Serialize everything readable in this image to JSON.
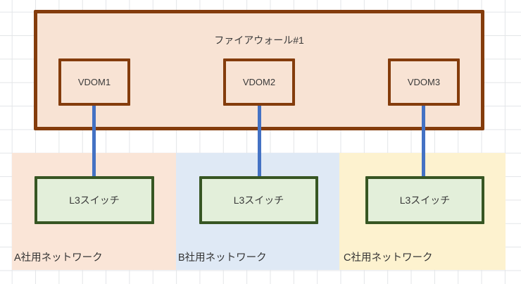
{
  "firewall": {
    "title": "ファイアウォール#1",
    "fill": "#f8e3d4",
    "border_color": "#843c0c",
    "vdoms": [
      {
        "label": "VDOM1"
      },
      {
        "label": "VDOM2"
      },
      {
        "label": "VDOM3"
      }
    ]
  },
  "networks": [
    {
      "label": "A社用ネットワーク",
      "switch": "L3スイッチ",
      "fill": "#fae5d7"
    },
    {
      "label": "B社用ネットワーク",
      "switch": "L3スイッチ",
      "fill": "#dfe9f5"
    },
    {
      "label": "C社用ネットワーク",
      "switch": "L3スイッチ",
      "fill": "#fdf2cf"
    }
  ],
  "switch_style": {
    "fill": "#e3efda",
    "border_color": "#375623"
  },
  "connector_color": "#4472c4",
  "text_color": "#3a3a3a",
  "grid_line_color": "#e3e5e8"
}
